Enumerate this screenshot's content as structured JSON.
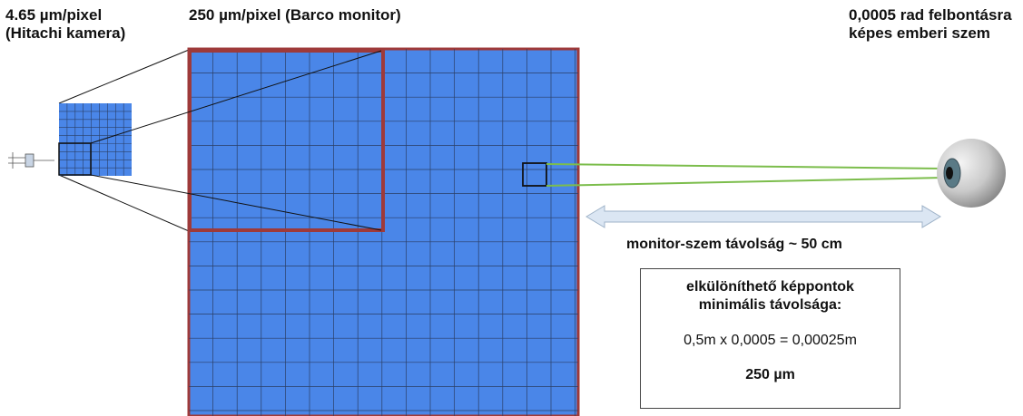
{
  "labels": {
    "camera_line1": "4.65 µm/pixel",
    "camera_line2": "(Hitachi kamera)",
    "monitor": "250 µm/pixel (Barco monitor)",
    "eye_line1": "0,0005 rad felbontásra",
    "eye_line2": "képes emberi szem",
    "distance": "monitor-szem távolság ~ 50 cm"
  },
  "info_box": {
    "title_line1": "elkülöníthető képpontok",
    "title_line2": "minimális távolsága:",
    "formula": "0,5m x 0,0005 = 0,00025m",
    "result": "250 µm"
  },
  "colors": {
    "pixel_blue": "#4a86e8",
    "grid_line": "#2b3f66",
    "frame_red": "#9e3a3a",
    "sight_green": "#7cbd4c",
    "arrow_fill": "#dbe6f3",
    "arrow_stroke": "#9fb3c8"
  },
  "icons": {
    "camera": "camera-icon",
    "eye": "eye-icon"
  }
}
